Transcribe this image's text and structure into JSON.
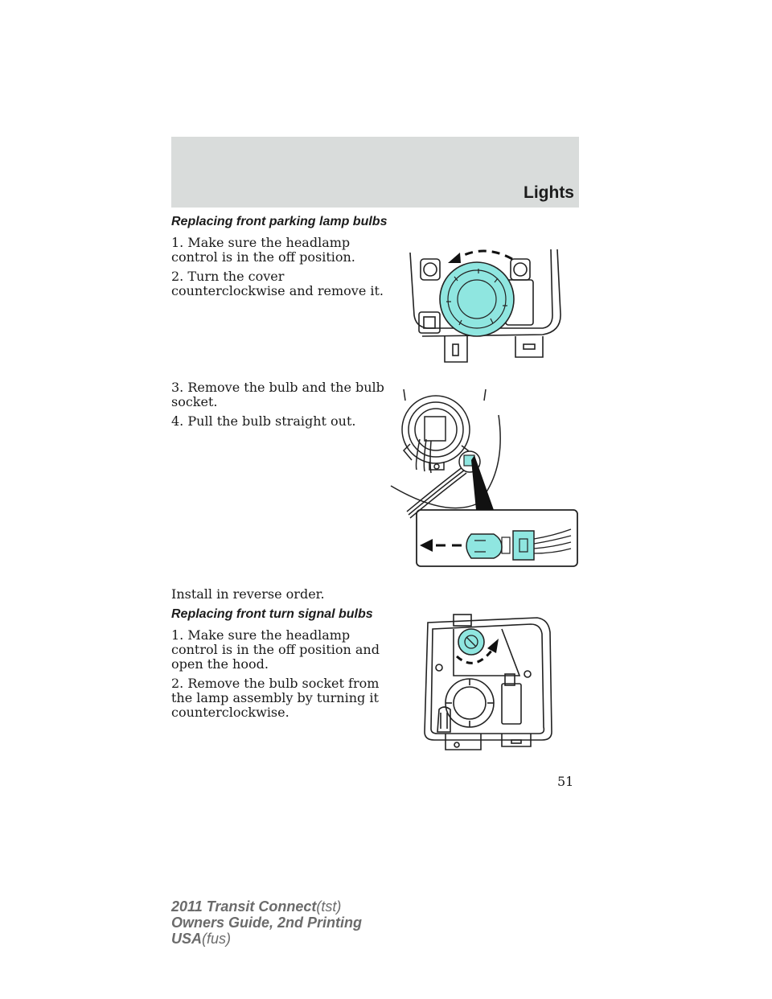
{
  "header": {
    "section_title": "Lights"
  },
  "parking": {
    "heading": "Replacing front parking lamp bulbs",
    "step1": "1. Make sure the headlamp control is in the off position.",
    "step2": "2. Turn the cover counterclockwise and remove it.",
    "step3": "3. Remove the bulb and the bulb socket.",
    "step4": "4. Pull the bulb straight out.",
    "install": "Install in reverse order."
  },
  "turn": {
    "heading": "Replacing front turn signal bulbs",
    "step1": "1. Make sure the headlamp control is in the off position and open the hood.",
    "step2": "2. Remove the bulb socket from the lamp assembly by turning it counterclockwise."
  },
  "page_number": "51",
  "footer": {
    "line1_bold": "2011 Transit Connect",
    "line1_code": "(tst)",
    "line2": "Owners Guide, 2nd Printing",
    "line3_bold": "USA",
    "line3_code": "(fus)"
  },
  "colors": {
    "accent_cyan": "#8fe6e0",
    "header_band": "#d9dcdb"
  }
}
